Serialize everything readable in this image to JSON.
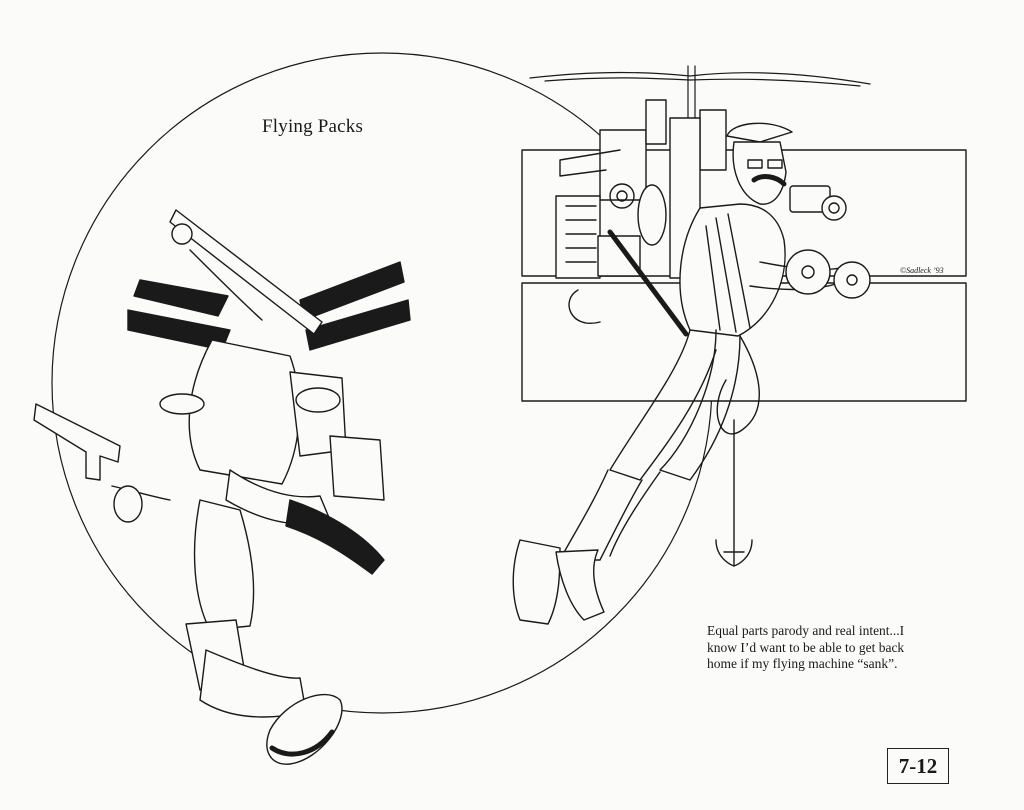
{
  "illustration": {
    "title": "Flying Packs",
    "caption_lines": [
      "Equal parts parody and real intent...I",
      "know I’d want to be able to get back",
      "home if my flying machine “sank”."
    ],
    "page_number": "7-12",
    "signature": "©Sadleck ’93"
  },
  "palette": {
    "paper": "#fbfbf9",
    "ink": "#1a1a1a"
  }
}
